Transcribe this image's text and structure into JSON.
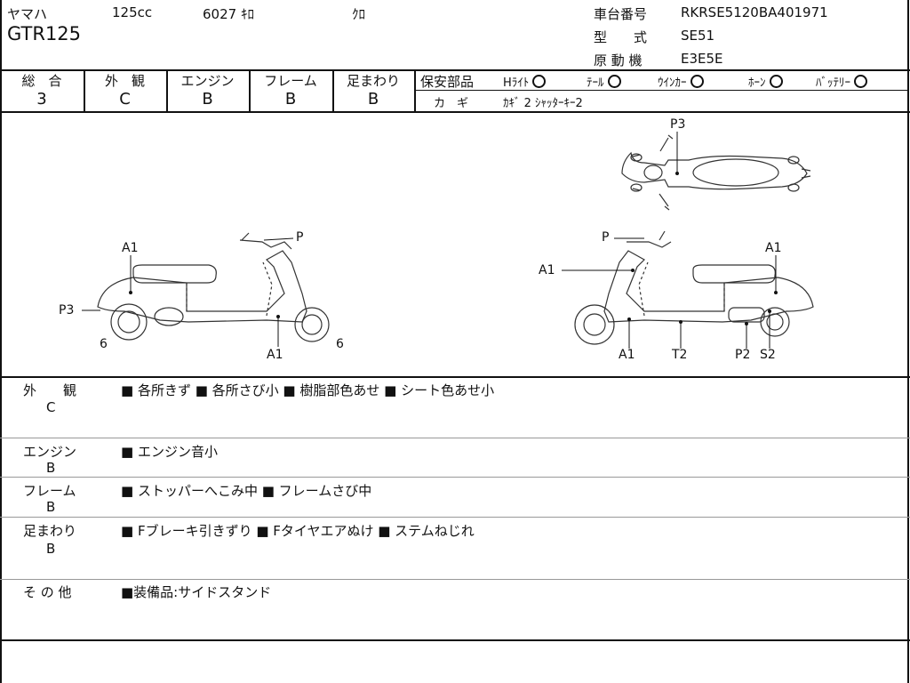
{
  "header": {
    "maker": "ヤマハ",
    "displacement": "125cc",
    "mileage": "6027 ｷﾛ",
    "color": "ｸﾛ",
    "model_name": "GTR125",
    "frame_label": "車台番号",
    "frame_value": "RKRSE5120BA401971",
    "type_label": "型　　式",
    "type_value": "SE51",
    "engine_label": "原 動 機",
    "engine_value": "E3E5E"
  },
  "grades": [
    {
      "label": "総　合",
      "value": "3"
    },
    {
      "label": "外　観",
      "value": "C"
    },
    {
      "label": "エンジン",
      "value": "B"
    },
    {
      "label": "フレーム",
      "value": "B"
    },
    {
      "label": "足まわり",
      "value": "B"
    }
  ],
  "safety": {
    "label": "保安部品",
    "items": [
      {
        "label": "Hﾗｲﾄ"
      },
      {
        "label": "ﾃｰﾙ"
      },
      {
        "label": "ｳｲﾝｶｰ"
      },
      {
        "label": "ﾎｰﾝ"
      },
      {
        "label": "ﾊﾞｯﾃﾘｰ"
      }
    ],
    "key_label": "カ　ギ",
    "key_value": "ｶｷﾞ 2  ｼｬｯﾀｰｷｰ2"
  },
  "diagram_labels": {
    "top_p3": "P3",
    "left_a1": "A1",
    "left_p": "P",
    "left_p3": "P3",
    "left_6a": "6",
    "left_a1b": "A1",
    "left_6b": "6",
    "right_p": "P",
    "right_a1a": "A1",
    "right_a1b": "A1",
    "right_a1c": "A1",
    "right_t2": "T2",
    "right_p2": "P2",
    "right_s2": "S2"
  },
  "sections": [
    {
      "title": "外　　観",
      "grade": "C",
      "notes": "■ 各所きず ■ 各所さび小 ■ 樹脂部色あせ ■ シート色あせ小"
    },
    {
      "title": "エンジン",
      "grade": "B",
      "notes": "■ エンジン音小"
    },
    {
      "title": "フレーム",
      "grade": "B",
      "notes": "■ ストッパーへこみ中 ■ フレームさび中"
    },
    {
      "title": "足まわり",
      "grade": "B",
      "notes": "■ Fブレーキ引きずり ■ Fタイヤエアぬけ ■ ステムねじれ"
    },
    {
      "title": "そ の 他",
      "grade": "",
      "notes": "■装備品:サイドスタンド"
    }
  ]
}
